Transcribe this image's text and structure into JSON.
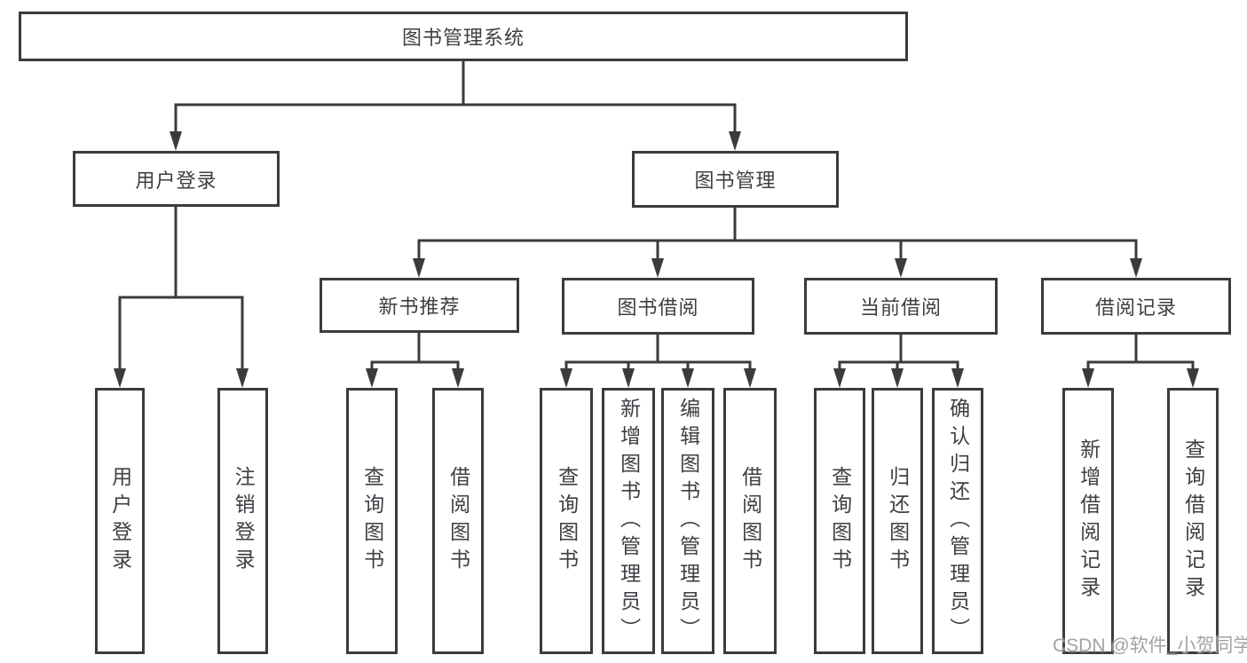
{
  "diagram": {
    "tree": {
      "label": "图书管理系统",
      "children": [
        {
          "label": "用户登录",
          "children": [
            {
              "label": "用户登录"
            },
            {
              "label": "注销登录"
            }
          ]
        },
        {
          "label": "图书管理",
          "children": [
            {
              "label": "新书推荐",
              "children": [
                {
                  "label": "查询图书"
                },
                {
                  "label": "借阅图书"
                }
              ]
            },
            {
              "label": "图书借阅",
              "children": [
                {
                  "label": "查询图书"
                },
                {
                  "label": "新增图书（管理员）"
                },
                {
                  "label": "编辑图书（管理员）"
                },
                {
                  "label": "借阅图书"
                }
              ]
            },
            {
              "label": "当前借阅",
              "children": [
                {
                  "label": "查询图书"
                },
                {
                  "label": "归还图书"
                },
                {
                  "label": "确认归还（管理员）"
                }
              ]
            },
            {
              "label": "借阅记录",
              "children": [
                {
                  "label": "新增借阅记录"
                },
                {
                  "label": "查询借阅记录"
                }
              ]
            }
          ]
        }
      ]
    },
    "colors": {
      "line": "#3b3b3b",
      "text": "#3d3f44",
      "background": "#ffffff",
      "watermark": "#9e9e9e"
    }
  },
  "watermark": {
    "text": "CSDN @软件_小贺同学"
  }
}
